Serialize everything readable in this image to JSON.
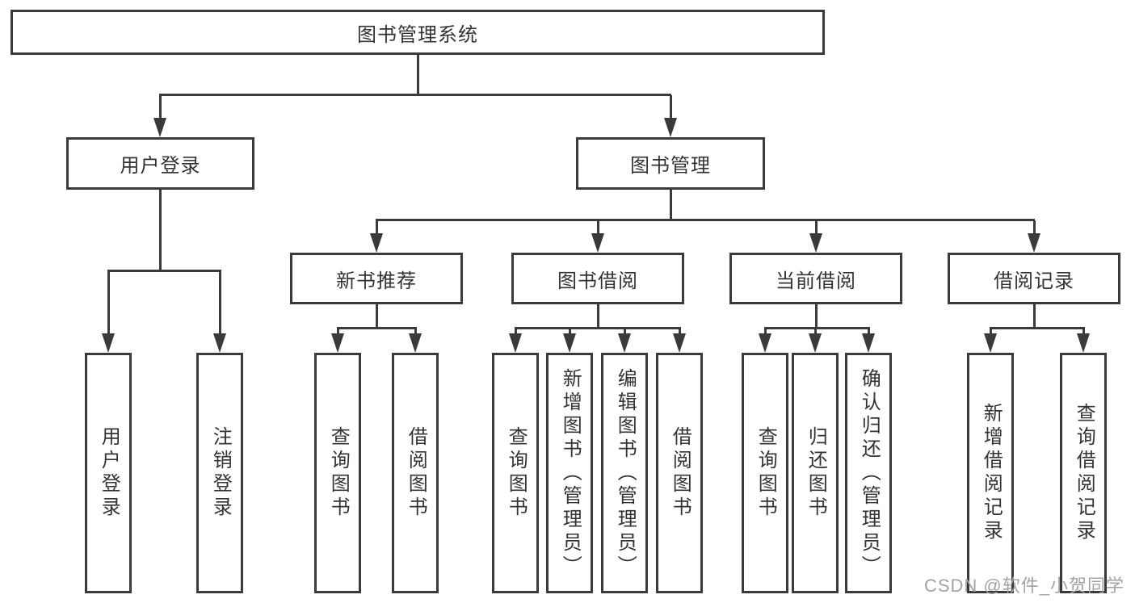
{
  "diagram": {
    "type": "tree",
    "root": {
      "label": "图书管理系统",
      "children": [
        {
          "label": "用户登录",
          "children": [
            {
              "label": "用户登录"
            },
            {
              "label": "注销登录"
            }
          ]
        },
        {
          "label": "图书管理",
          "children": [
            {
              "label": "新书推荐",
              "children": [
                {
                  "label": "查询图书"
                },
                {
                  "label": "借阅图书"
                }
              ]
            },
            {
              "label": "图书借阅",
              "children": [
                {
                  "label": "查询图书"
                },
                {
                  "label": "新增图书（管理员）"
                },
                {
                  "label": "编辑图书（管理员）"
                },
                {
                  "label": "借阅图书"
                }
              ]
            },
            {
              "label": "当前借阅",
              "children": [
                {
                  "label": "查询图书"
                },
                {
                  "label": "归还图书"
                },
                {
                  "label": "确认归还（管理员）"
                }
              ]
            },
            {
              "label": "借阅记录",
              "children": [
                {
                  "label": "新增借阅记录"
                },
                {
                  "label": "查询借阅记录"
                }
              ]
            }
          ]
        }
      ]
    }
  },
  "watermark": {
    "text": "CSDN @软件_小贺同学"
  },
  "colors": {
    "line": "#3a3a3a",
    "text": "#333333",
    "watermark": "#a3a3a3",
    "background": "#ffffff"
  }
}
